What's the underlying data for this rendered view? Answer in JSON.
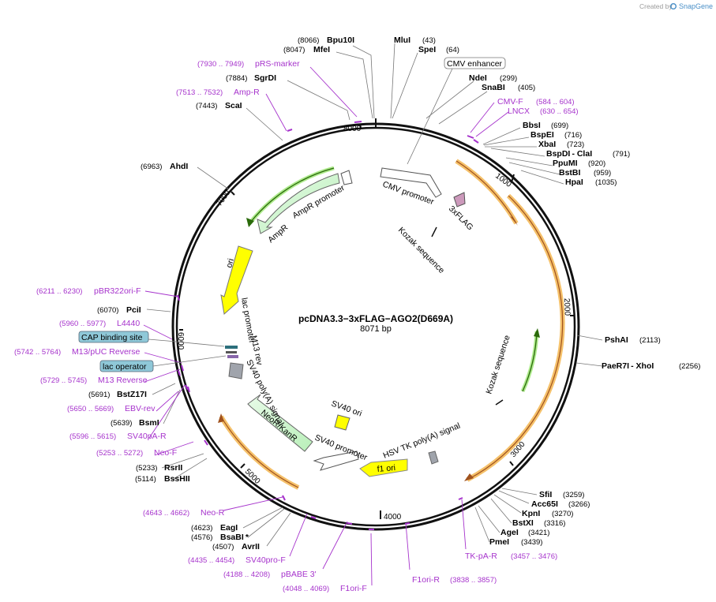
{
  "credit": {
    "prefix": "Created by",
    "brand": "SnapGene"
  },
  "plasmid": {
    "name": "pcDNA3.3−3xFLAG−AGO2(D669A)",
    "size": "8071 bp"
  },
  "ticks": [
    {
      "label": "1000"
    },
    {
      "label": "2000"
    },
    {
      "label": "3000"
    },
    {
      "label": "4000"
    },
    {
      "label": "5000"
    },
    {
      "label": "6000"
    },
    {
      "label": "7000"
    },
    {
      "label": "8000"
    }
  ],
  "enzymes": [
    {
      "name": "Bpu10I",
      "pos": "(8066)"
    },
    {
      "name": "MfeI",
      "pos": "(8047)"
    },
    {
      "name": "MluI",
      "pos": "(43)"
    },
    {
      "name": "SpeI",
      "pos": "(64)"
    },
    {
      "name": "SgrDI",
      "pos": "(7884)"
    },
    {
      "name": "NdeI",
      "pos": "(299)"
    },
    {
      "name": "SnaBI",
      "pos": "(405)"
    },
    {
      "name": "ScaI",
      "pos": "(7443)"
    },
    {
      "name": "BbsI",
      "pos": "(699)"
    },
    {
      "name": "BspEI",
      "pos": "(716)"
    },
    {
      "name": "XbaI",
      "pos": "(723)"
    },
    {
      "name": "BspDI - ClaI",
      "pos": "(791)"
    },
    {
      "name": "PpuMI",
      "pos": "(920)"
    },
    {
      "name": "BstBI",
      "pos": "(959)"
    },
    {
      "name": "HpaI",
      "pos": "(1035)"
    },
    {
      "name": "AhdI",
      "pos": "(6963)"
    },
    {
      "name": "PciI",
      "pos": "(6070)"
    },
    {
      "name": "PshAI",
      "pos": "(2113)"
    },
    {
      "name": "PaeR7I - XhoI",
      "pos": "(2256)"
    },
    {
      "name": "BstZ17I",
      "pos": "(5691)"
    },
    {
      "name": "BsmI",
      "pos": "(5639)"
    },
    {
      "name": "RsrII",
      "pos": "(5233)"
    },
    {
      "name": "BssHII",
      "pos": "(5114)"
    },
    {
      "name": "SfiI",
      "pos": "(3259)"
    },
    {
      "name": "Acc65I",
      "pos": "(3266)"
    },
    {
      "name": "KpnI",
      "pos": "(3270)"
    },
    {
      "name": "BstXI",
      "pos": "(3316)"
    },
    {
      "name": "AgeI",
      "pos": "(3421)"
    },
    {
      "name": "PmeI",
      "pos": "(3439)"
    },
    {
      "name": "EagI",
      "pos": "(4623)"
    },
    {
      "name": "BsaBI *",
      "pos": "(4576)"
    },
    {
      "name": "AvrII",
      "pos": "(4507)"
    }
  ],
  "primers": [
    {
      "name": "pRS-marker",
      "range": "(7930 .. 7949)"
    },
    {
      "name": "Amp-R",
      "range": "(7513 .. 7532)"
    },
    {
      "name": "CMV-F",
      "range": "(584 .. 604)"
    },
    {
      "name": "LNCX",
      "range": "(630 .. 654)"
    },
    {
      "name": "pBR322ori-F",
      "range": "(6211 .. 6230)"
    },
    {
      "name": "L4440",
      "range": "(5960 .. 5977)"
    },
    {
      "name": "M13/pUC Reverse",
      "range": "(5742 .. 5764)"
    },
    {
      "name": "M13 Reverse",
      "range": "(5729 .. 5745)"
    },
    {
      "name": "EBV-rev",
      "range": "(5650 .. 5669)"
    },
    {
      "name": "SV40pA-R",
      "range": "(5596 .. 5615)"
    },
    {
      "name": "Neo-F",
      "range": "(5253 .. 5272)"
    },
    {
      "name": "Neo-R",
      "range": "(4643 .. 4662)"
    },
    {
      "name": "SV40pro-F",
      "range": "(4435 .. 4454)"
    },
    {
      "name": "pBABE 3'",
      "range": "(4188 .. 4208)"
    },
    {
      "name": "F1ori-F",
      "range": "(4048 .. 4069)"
    },
    {
      "name": "F1ori-R",
      "range": "(3838 .. 3857)"
    },
    {
      "name": "TK-pA-R",
      "range": "(3457 .. 3476)"
    }
  ],
  "boxes": {
    "cmv_enhancer": "CMV enhancer",
    "cap_binding_site": "CAP binding site",
    "lac_operator": "lac operator"
  },
  "features": {
    "cmv_promoter": "CMV promoter",
    "flag": "3xFLAG",
    "kozak_top": "Kozak sequence",
    "kozak_right": "Kozak sequence",
    "ampr_promoter": "AmpR promoter",
    "ampr": "AmpR",
    "ori": "ori",
    "lac_promoter": "lac promoter",
    "m13_rev": "M13 rev",
    "sv40_polya": "SV40 poly(A) signal",
    "sv40_ori": "SV40 ori",
    "neo": "NeoR/KanR",
    "sv40_promoter": "SV40 promoter",
    "hsv_tk": "HSV TK poly(A) signal",
    "f1_ori": "f1 ori"
  },
  "colors": {
    "ampr": "#c8f5c8",
    "ori": "#ffff00",
    "orange_strand": "#f5c16a",
    "flag": "#cc99bb",
    "primer": "#a633cc"
  }
}
